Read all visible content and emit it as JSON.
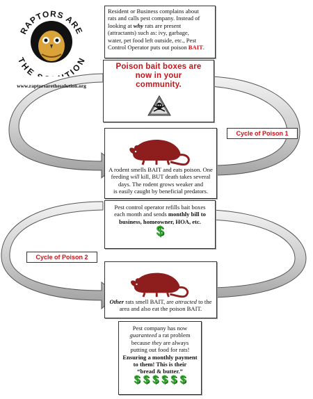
{
  "logo": {
    "text_top": "RAPTORS ARE",
    "text_bottom": "THE SOLUTION",
    "url": "www.raptorsarethesolution.org",
    "icon": "owl-icon"
  },
  "step1": {
    "line1": "Resident or Business complains about",
    "line2": "rats and calls pest company.  Instead of",
    "line3a": "looking at ",
    "line3_em": "why",
    "line3b": " rats are present",
    "line4": "(attractants) such as:  ivy, garbage,",
    "line5": "water, pet food left outside, etc., Pest",
    "line6a": "Control Operator puts out poison ",
    "line6_bait": "BAIT",
    "line6b": "."
  },
  "step2": {
    "line1": "Poison bait boxes are",
    "line2": "now in your",
    "line3": "community.",
    "icon": "skull-warning-icon"
  },
  "step3": {
    "line1": "A rodent smells BAIT and eats poison.  One",
    "line2a": "feeding ",
    "line2_em": "will",
    "line2b": " kill, BUT death takes several",
    "line3": "days.  The rodent grows weaker and",
    "line4": "is easily caught by beneficial predators.",
    "icon": "rat-icon"
  },
  "cycle1": {
    "label": "Cycle of Poison 1"
  },
  "step4": {
    "line1": "Pest control operator refills bait boxes",
    "line2a": "each month and sends ",
    "line2_bold": "monthly bill to",
    "line3": "business, homeowner, HOA, etc.",
    "dollar": "$"
  },
  "cycle2": {
    "label": "Cycle of Poison 2"
  },
  "step5": {
    "line1_em": "Other",
    "line1b": " rats smell BAIT, are ",
    "line1_em2": "attracted",
    "line1c": " to the",
    "line2": "area and also eat the poison BAIT.",
    "icon": "rat-icon"
  },
  "step6": {
    "line1": "Pest company has now",
    "line2_em": "guaranteed",
    "line2b": " a rat problem",
    "line3a": "because ",
    "line3_em": "they",
    "line3b": " are always",
    "line4": "putting out food for rats!",
    "line5": "Ensuring a monthly payment",
    "line6": "to them! This is their",
    "line7": "“bread & butter.”",
    "dollars": [
      "$",
      "$",
      "$",
      "$",
      "$",
      "$"
    ]
  },
  "colors": {
    "accent_red": "#c4141a",
    "rat_red": "#8e1d1d",
    "dollar_green": "#2fa62a",
    "arrow_gray": "#c9c9c9"
  }
}
